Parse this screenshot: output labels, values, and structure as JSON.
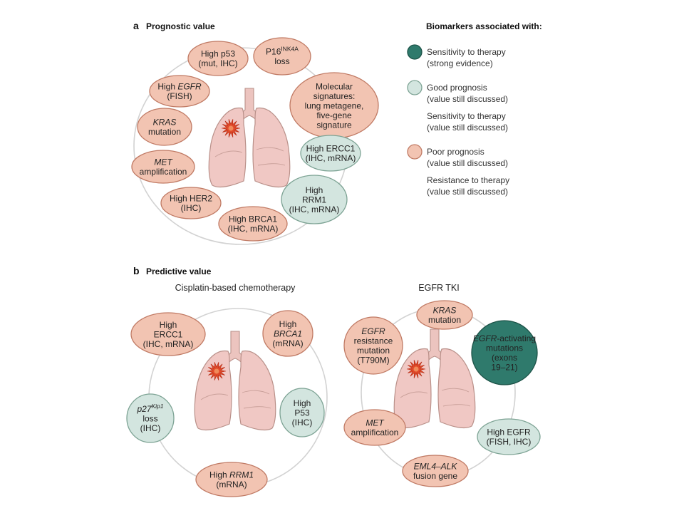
{
  "panel_a": {
    "letter": "a",
    "title": "Prognostic value",
    "biomarkers": [
      {
        "id": "high-p53",
        "category": "poor",
        "lines": [
          {
            "t": "High p53"
          },
          {
            "t": "(mut, IHC)"
          }
        ]
      },
      {
        "id": "p16-loss",
        "category": "poor",
        "lines": [
          {
            "t": "P16",
            "sup": "INK4A"
          },
          {
            "t": "loss"
          }
        ]
      },
      {
        "id": "molecular-signatures",
        "category": "poor",
        "lines": [
          {
            "t": "Molecular"
          },
          {
            "t": "signatures:"
          },
          {
            "t": "lung metagene,"
          },
          {
            "t": "five-gene"
          },
          {
            "t": "signature"
          }
        ]
      },
      {
        "id": "high-egfr-fish",
        "category": "poor",
        "lines": [
          {
            "t": "High ",
            "it": "EGFR"
          },
          {
            "t": "(FISH)"
          }
        ]
      },
      {
        "id": "kras-mutation",
        "category": "poor",
        "lines": [
          {
            "it": "KRAS"
          },
          {
            "t": "mutation"
          }
        ]
      },
      {
        "id": "high-ercc1",
        "category": "good",
        "lines": [
          {
            "t": "High ERCC1"
          },
          {
            "t": "(IHC, mRNA)"
          }
        ]
      },
      {
        "id": "met-amplification",
        "category": "poor",
        "lines": [
          {
            "it": "MET"
          },
          {
            "t": "amplification"
          }
        ]
      },
      {
        "id": "high-rrm1",
        "category": "good",
        "lines": [
          {
            "t": "High"
          },
          {
            "t": "RRM1"
          },
          {
            "t": "(IHC, mRNA)"
          }
        ]
      },
      {
        "id": "high-her2",
        "category": "poor",
        "lines": [
          {
            "t": "High HER2"
          },
          {
            "t": "(IHC)"
          }
        ]
      },
      {
        "id": "high-brca1",
        "category": "poor",
        "lines": [
          {
            "t": "High BRCA1"
          },
          {
            "t": "(IHC, mRNA)"
          }
        ]
      }
    ]
  },
  "legend": {
    "title": "Biomarkers associated with:",
    "items": [
      {
        "category": "strong",
        "lines": [
          "Sensitivity to therapy",
          "(strong evidence)"
        ]
      },
      {
        "category": "good",
        "lines": [
          "Good prognosis",
          "(value still discussed)",
          "",
          "Sensitivity to therapy",
          "(value still discussed)"
        ]
      },
      {
        "category": "poor",
        "lines": [
          "Poor prognosis",
          "(value still discussed)",
          "",
          "Resistance to therapy",
          "(value still discussed)"
        ]
      }
    ]
  },
  "panel_b": {
    "letter": "b",
    "title": "Predictive value",
    "left": {
      "subtitle": "Cisplatin-based chemotherapy",
      "biomarkers": [
        {
          "id": "cis-high-ercc1",
          "category": "poor",
          "lines": [
            {
              "t": "High"
            },
            {
              "t": "ERCC1"
            },
            {
              "t": "(IHC, mRNA)"
            }
          ]
        },
        {
          "id": "cis-high-brca1",
          "category": "poor",
          "lines": [
            {
              "t": "High"
            },
            {
              "it": "BRCA1"
            },
            {
              "t": "(mRNA)"
            }
          ]
        },
        {
          "id": "cis-p27-loss",
          "category": "good",
          "lines": [
            {
              "it": "p27",
              "sup": "Kip1"
            },
            {
              "t": "loss"
            },
            {
              "t": "(IHC)"
            }
          ]
        },
        {
          "id": "cis-high-p53",
          "category": "good",
          "lines": [
            {
              "t": "High"
            },
            {
              "t": "P53"
            },
            {
              "t": "(IHC)"
            }
          ]
        },
        {
          "id": "cis-high-rrm1",
          "category": "poor",
          "lines": [
            {
              "t": "High ",
              "it": "RRM1"
            },
            {
              "t": "(mRNA)"
            }
          ]
        }
      ]
    },
    "right": {
      "subtitle": "EGFR TKI",
      "biomarkers": [
        {
          "id": "tki-kras-mutation",
          "category": "poor",
          "lines": [
            {
              "it": "KRAS"
            },
            {
              "t": "mutation"
            }
          ]
        },
        {
          "id": "tki-egfr-resistance",
          "category": "poor",
          "lines": [
            {
              "it": "EGFR"
            },
            {
              "t": "resistance"
            },
            {
              "t": "mutation"
            },
            {
              "t": "(T790M)"
            }
          ]
        },
        {
          "id": "tki-egfr-activating",
          "category": "strong",
          "lines": [
            {
              "it": "EGFR"
            },
            {
              "t": "-activating",
              "inline": true
            },
            {
              "t": "mutations"
            },
            {
              "t": "(exons"
            },
            {
              "t": "19–21)"
            }
          ]
        },
        {
          "id": "tki-met-amplification",
          "category": "poor",
          "lines": [
            {
              "it": "MET"
            },
            {
              "t": "amplification"
            }
          ]
        },
        {
          "id": "tki-high-egfr",
          "category": "good",
          "lines": [
            {
              "t": "High EGFR"
            },
            {
              "t": "(FISH, IHC)"
            }
          ]
        },
        {
          "id": "tki-eml4-alk",
          "category": "poor",
          "lines": [
            {
              "it": "EML4–ALK"
            },
            {
              "t": "fusion gene"
            }
          ]
        }
      ]
    }
  },
  "colors": {
    "poor_fill": "#f2c4b2",
    "poor_stroke": "#c07a64",
    "good_fill": "#d3e5df",
    "good_stroke": "#7da394",
    "strong_fill": "#2f7a6c",
    "strong_stroke": "#1c5247",
    "strong_text": "#ffffff",
    "text": "#222222"
  }
}
